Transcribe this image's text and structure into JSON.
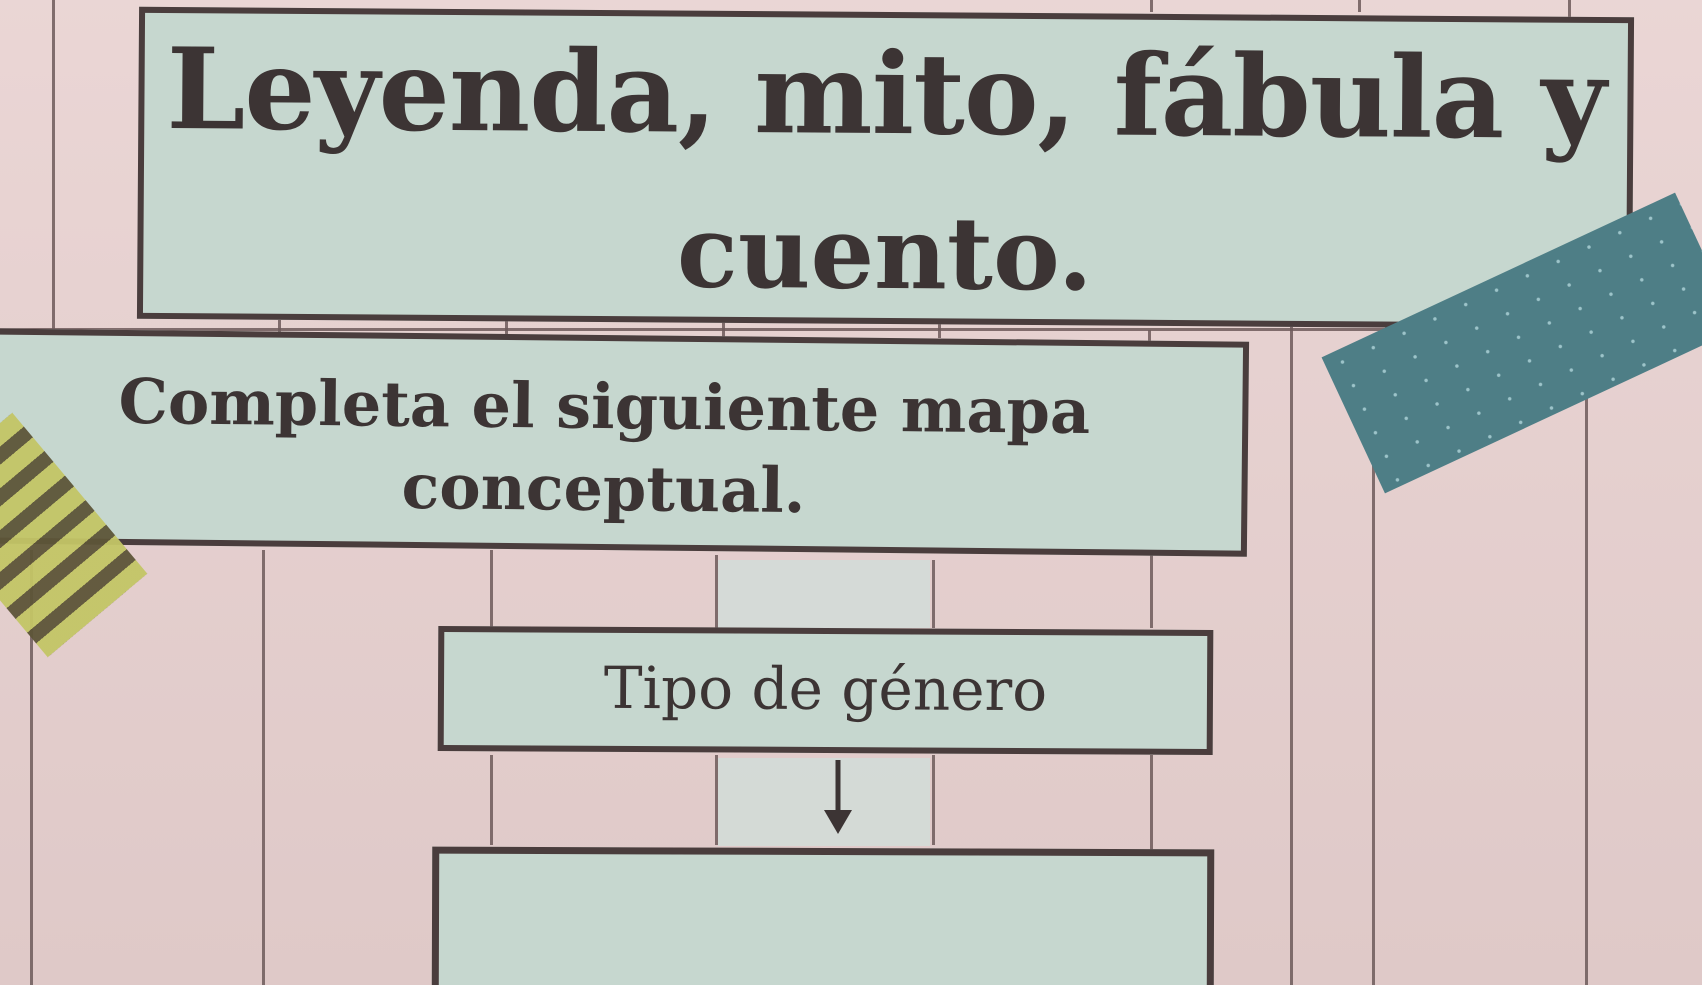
{
  "title": {
    "line1": "Leyenda, mito, fábula y",
    "line2": "cuento."
  },
  "instruction": {
    "line1": "Completa el siguiente mapa",
    "line2": "conceptual."
  },
  "concept_map": {
    "root_label": "Tipo de género",
    "child_label": ""
  },
  "colors": {
    "board": "#e8d1d0",
    "card": "#c6d7cf",
    "border": "#4a3d3d",
    "tape_teal": "#4e7e86",
    "tape_stripe_light": "#c3c566",
    "tape_stripe_dark": "#5d5538"
  },
  "decorations": {
    "arrow_icon": "arrow-down-icon",
    "tape_right": "washi-tape-teal-dotted",
    "tape_left": "washi-tape-yellow-striped"
  }
}
